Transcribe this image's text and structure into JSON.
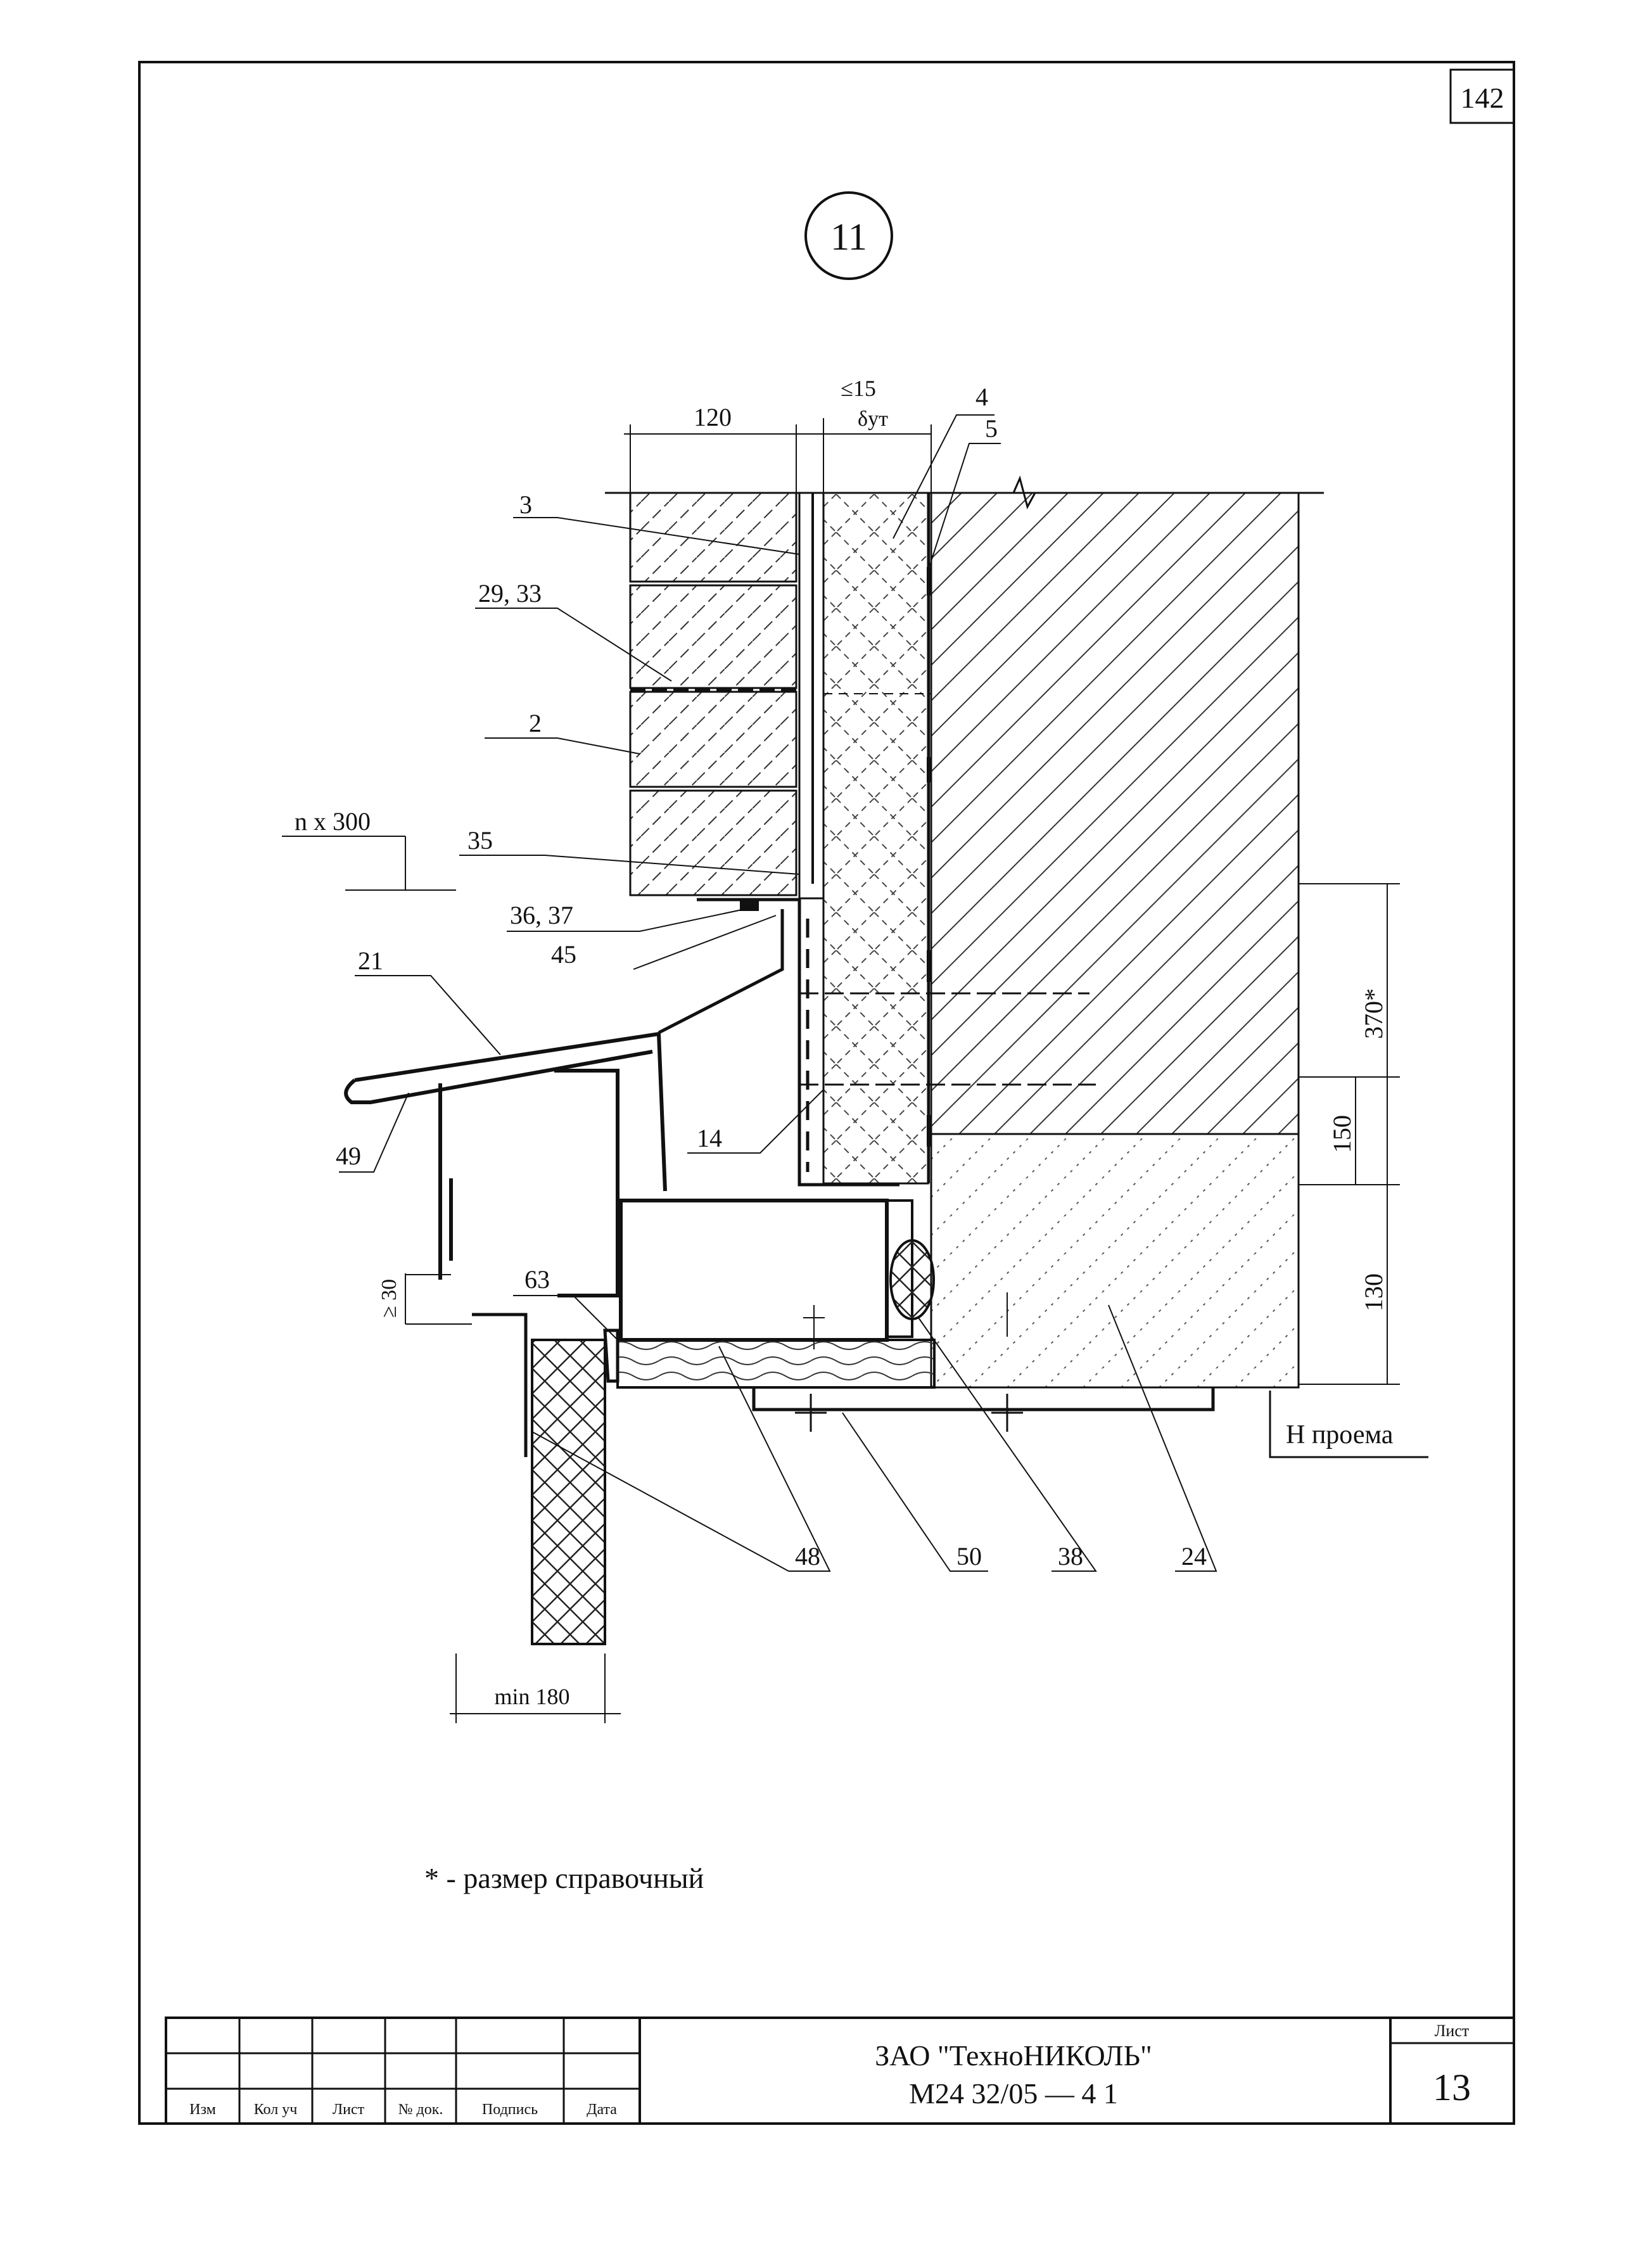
{
  "sheet": {
    "page_number": "142",
    "detail_number": "11",
    "note": "* - размер справочный"
  },
  "dimensions": {
    "d120": "120",
    "d15": "≤15",
    "d_ins": "δут",
    "n300": "n x 300",
    "d370": "370*",
    "d150": "150",
    "d130": "130",
    "d30": "≥ 30",
    "min180": "min 180",
    "h_opening": "Н проема"
  },
  "callouts": {
    "c2": "2",
    "c3": "3",
    "c4": "4",
    "c5": "5",
    "c29_33": "29, 33",
    "c35": "35",
    "c36_37": "36, 37",
    "c45": "45",
    "c21": "21",
    "c49": "49",
    "c14": "14",
    "c63": "63",
    "c48": "48",
    "c50": "50",
    "c38": "38",
    "c24": "24"
  },
  "title_block": {
    "headers": [
      "Изм",
      "Кол уч",
      "Лист",
      "№ док.",
      "Подпись",
      "Дата"
    ],
    "company": "ЗАО \"ТехноНИКОЛЬ\"",
    "code": "М24 32/05 — 4 1",
    "sheet_label": "Лист",
    "sheet_number": "13"
  }
}
